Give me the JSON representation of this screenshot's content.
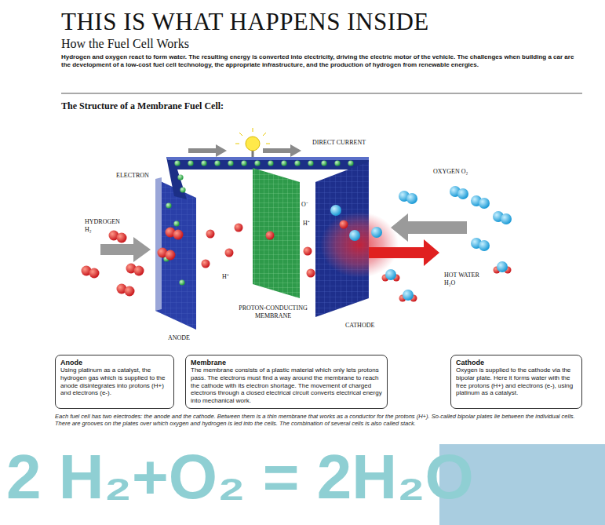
{
  "diagram": {
    "title": "THIS IS WHAT HAPPENS INSIDE",
    "caption": "Each fuel cell has two electrodes: the anode and the cathode. Between them is a thin membrane that works as a conductor for the protons (H+). So-called bipolar plates lie between the individual cells. There are grooves on the plates over which oxygen and hydrogen is led into the cells. The combination of several cells is also called stack.",
    "nodes": [
      {
        "text": [
          "Anode",
          "Using platinum as a catalyst, the hydrogen gas which is supplied to the anode disintegrates into protons (H+) and electrons (e-)."
        ]
      },
      {
        "text": [
          "Membrane",
          "The membrane consists of a plastic material which only lets protons pass. The electrons must find a way around the membrane to reach the cathode with its electron shortage. The movement of charged electrons through a closed electrical circuit converts electrical energy into mechanical work."
        ]
      },
      {
        "text": [
          "Cathode",
          "Oxygen is supplied to the cathode via the bipolar plate. Here it forms water with the free protons (H+) and electrons (e-), using platinum as a catalyst."
        ]
      }
    ],
    "labels": [
      "How the Fuel Cell Works",
      "Hydrogen and oxygen react to form water. The resulting energy is converted into electricity, driving the electric motor of the vehicle. The challenges when building a car are the development of a low-cost fuel cell technology, the appropriate infrastructure, and the production of hydrogen from renewable energies.",
      "The Structure of a Membrane Fuel Cell:",
      "ELECTRON",
      "DIRECT CURRENT",
      "OXYGEN O₂",
      "HYDROGEN H₂",
      "O⁻",
      "H⁺",
      "H⁺",
      "HOT WATER H₂O",
      "ANODE",
      "PROTON-CONDUCTING MEMBRANE",
      "CATHODE",
      "2 H₂+O₂ = 2H₂O"
    ]
  }
}
